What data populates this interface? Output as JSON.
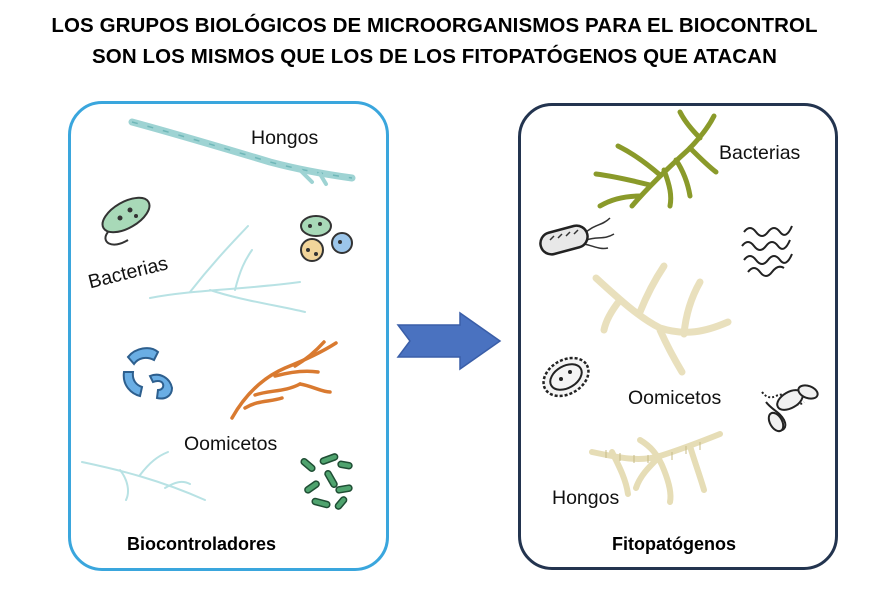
{
  "title": {
    "line1": "LOS GRUPOS BIOLÓGICOS DE MICROORGANISMOS PARA EL BIOCONTROL",
    "line2": "SON LOS MISMOS QUE LOS DE LOS FITOPATÓGENOS QUE ATACAN"
  },
  "left_panel": {
    "caption": "Biocontroladores",
    "labels": {
      "fungi": "Hongos",
      "bacteria": "Bacterias",
      "oomycetes": "Oomicetos"
    },
    "border_color": "#3aa6dd"
  },
  "right_panel": {
    "caption": "Fitopatógenos",
    "labels": {
      "bacteria": "Bacterias",
      "oomycetes": "Oomicetos",
      "fungi": "Hongos"
    },
    "border_color": "#23344f"
  },
  "arrow": {
    "color": "#4a72c0",
    "icon": "right-arrow-icon"
  }
}
